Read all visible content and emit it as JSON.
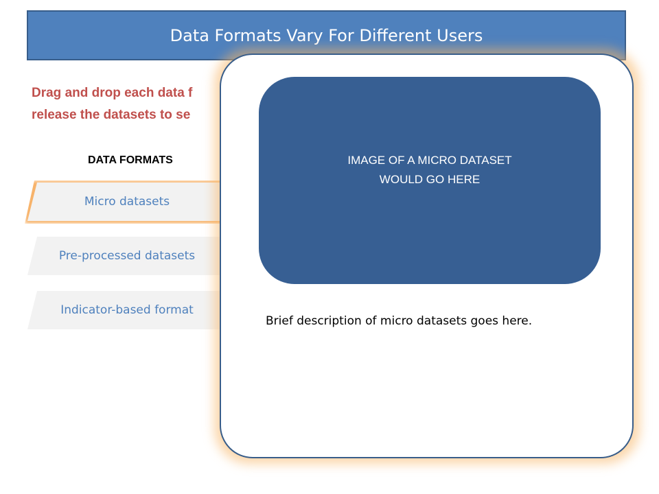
{
  "header": {
    "title": "Data Formats Vary For Different Users"
  },
  "instructions": {
    "line1": "Drag and drop each data f",
    "line2": "release the datasets to se"
  },
  "formats": {
    "heading": "DATA FORMATS",
    "items": [
      {
        "label": "Micro datasets"
      },
      {
        "label": "Pre-processed datasets"
      },
      {
        "label": "Indicator-based format"
      }
    ]
  },
  "popup": {
    "image_placeholder": {
      "line1": "IMAGE OF A MICRO DATASET",
      "line2": "WOULD GO HERE"
    },
    "description": "Brief description of micro datasets goes here."
  },
  "colors": {
    "title_bar": "#4f81bd",
    "instruction_text": "#c0504d",
    "format_text": "#4f81bd",
    "placeholder_bg": "#375f93",
    "highlight_glow": "#f7b36b"
  }
}
